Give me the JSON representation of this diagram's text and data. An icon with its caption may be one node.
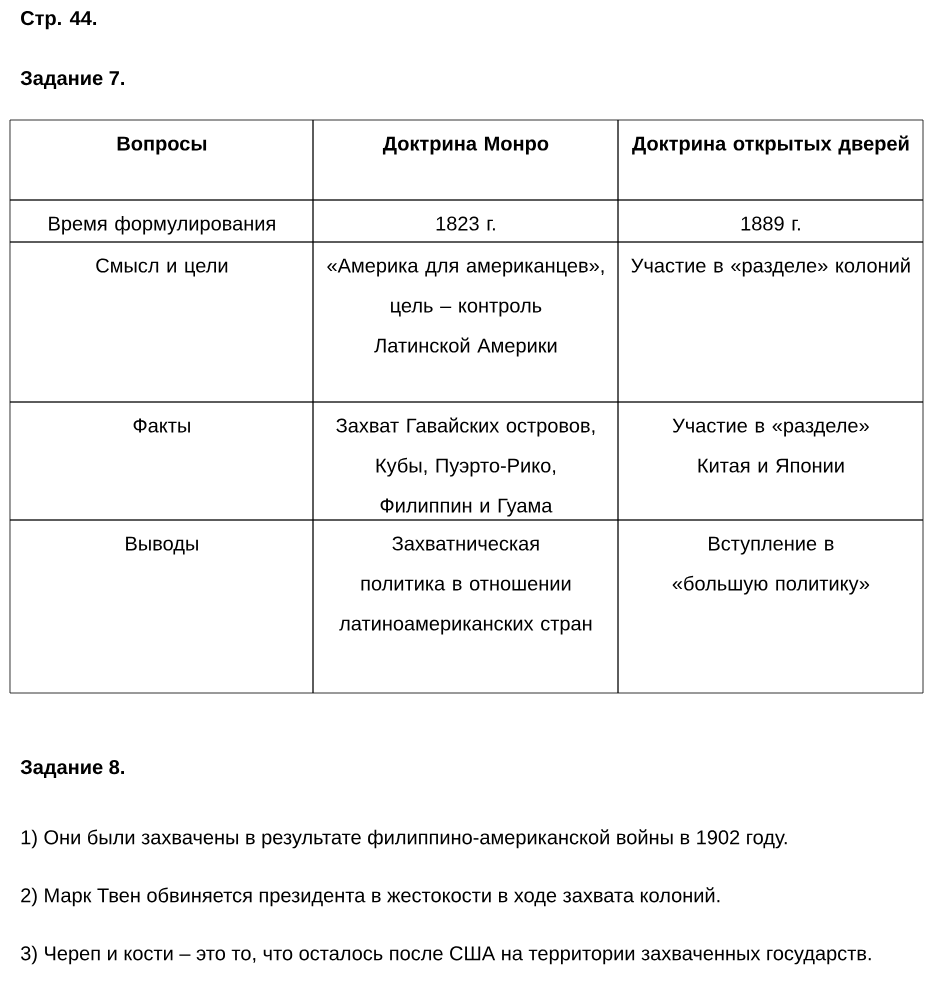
{
  "diagram": {
    "labels": [
      "Стр. 44.",
      "Задание 7.",
      "Вопросы",
      "Доктрина Монро",
      "Доктрина открытых дверей",
      "Время формулирования",
      "1823 г.",
      "1889 г.",
      "Смысл и цели",
      "«Америка для американцев», цель – контроль Латинской Америки",
      "Участие в «разделе» колоний",
      "Факты",
      "Захват Гавайских островов, Кубы, Пуэрто-Рико, Филиппин и Гуама",
      "Участие в «разделе» Китая и Японии",
      "Выводы",
      "Захватническая политика в отношении латиноамериканских стран",
      "Вступление в «большую политику»",
      "Задание 8.",
      "1) Они были захвачены в результате филиппино-американской войны в 1902 году.",
      "2) Марк Твен обвиняется президента в жестокости в ходе захвата колоний.",
      "3) Череп и кости – это то, что осталось после США на территории захваченных государств."
    ]
  }
}
